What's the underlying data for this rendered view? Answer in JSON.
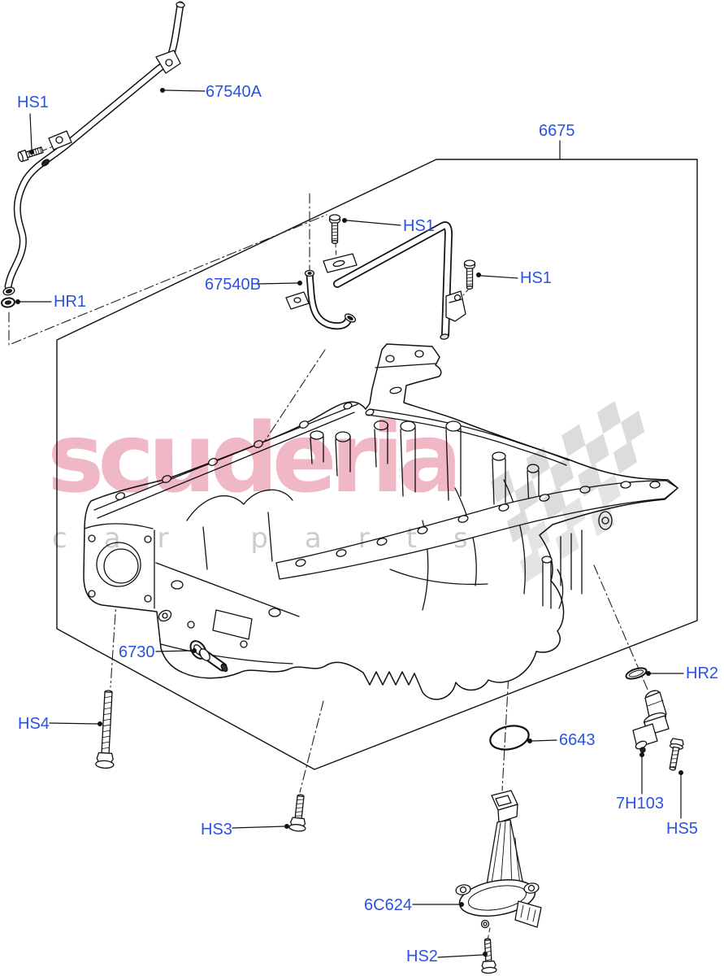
{
  "labels": [
    {
      "id": "hs1-top-left",
      "text": "HS1"
    },
    {
      "id": "67540a",
      "text": "67540A"
    },
    {
      "id": "6675",
      "text": "6675"
    },
    {
      "id": "hs1-bracket",
      "text": "HS1"
    },
    {
      "id": "67540b",
      "text": "67540B"
    },
    {
      "id": "hr1",
      "text": "HR1"
    },
    {
      "id": "hs1-clamp",
      "text": "HS1"
    },
    {
      "id": "6730",
      "text": "6730"
    },
    {
      "id": "hs4",
      "text": "HS4"
    },
    {
      "id": "hs3",
      "text": "HS3"
    },
    {
      "id": "6643",
      "text": "6643"
    },
    {
      "id": "hr2",
      "text": "HR2"
    },
    {
      "id": "7h103",
      "text": "7H103"
    },
    {
      "id": "hs5",
      "text": "HS5"
    },
    {
      "id": "6c624",
      "text": "6C624"
    },
    {
      "id": "hs2",
      "text": "HS2"
    }
  ],
  "watermark": {
    "brand": "scuderia",
    "tagline": "car parts"
  },
  "colors": {
    "label_blue": "#2a52e0",
    "line_black": "#111111",
    "watermark_pink": "#f0b7c4",
    "watermark_gray": "#cccccc",
    "flag_gray": "#dcdcdc",
    "background": "#ffffff"
  }
}
